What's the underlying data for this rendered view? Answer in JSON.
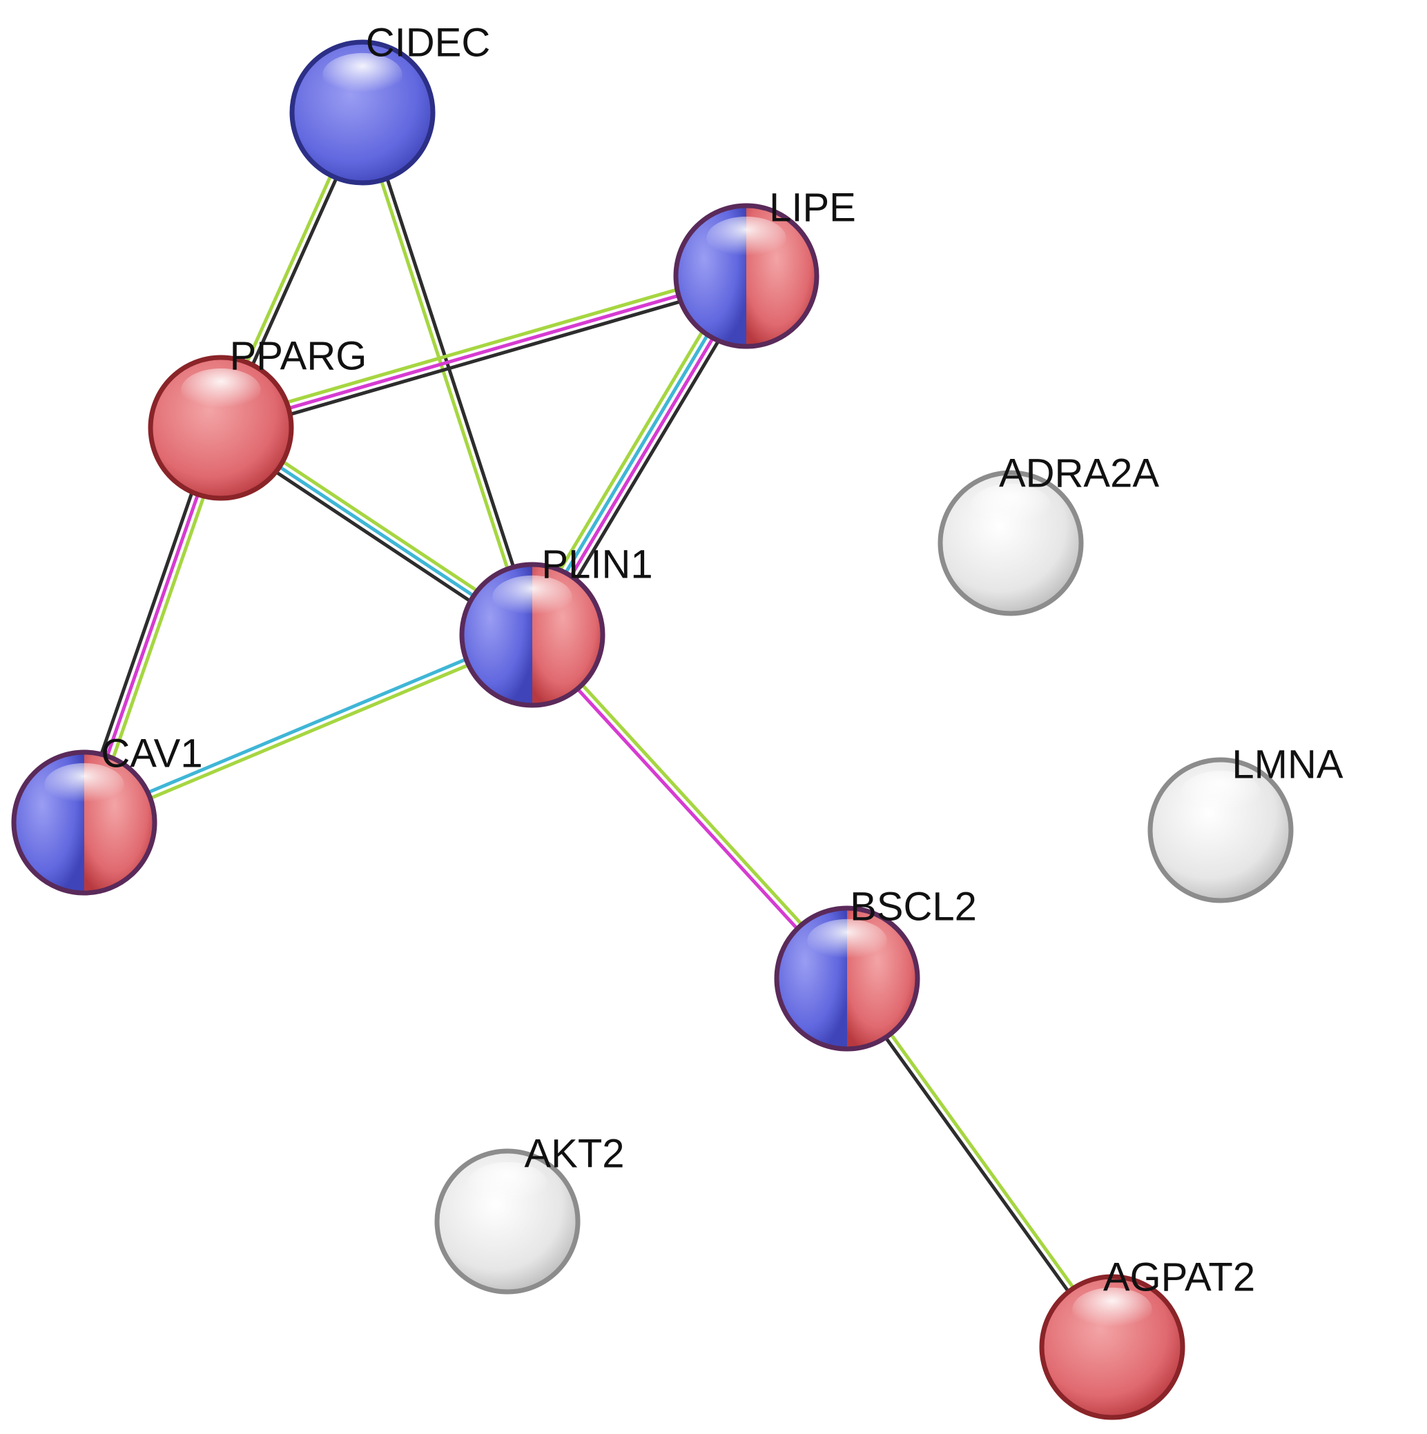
{
  "colors": {
    "blue_cluster": "#6f74e6",
    "red_cluster": "#e36f74",
    "unclustered": "#dcdcdc",
    "edge_black": "#2d2d2d",
    "edge_green": "#a6d641",
    "edge_magenta": "#d63bd1",
    "edge_cyan": "#3fb6d6"
  },
  "nodes": [
    {
      "id": "CIDEC",
      "label": "CIDEC",
      "fill": "blue"
    },
    {
      "id": "LIPE",
      "label": "LIPE",
      "fill": "split"
    },
    {
      "id": "PPARG",
      "label": "PPARG",
      "fill": "red"
    },
    {
      "id": "ADRA2A",
      "label": "ADRA2A",
      "fill": "grey"
    },
    {
      "id": "PLIN1",
      "label": "PLIN1",
      "fill": "split"
    },
    {
      "id": "CAV1",
      "label": "CAV1",
      "fill": "split"
    },
    {
      "id": "LMNA",
      "label": "LMNA",
      "fill": "grey"
    },
    {
      "id": "BSCL2",
      "label": "BSCL2",
      "fill": "split"
    },
    {
      "id": "AKT2",
      "label": "AKT2",
      "fill": "grey"
    },
    {
      "id": "AGPAT2",
      "label": "AGPAT2",
      "fill": "red"
    }
  ],
  "edges": [
    {
      "source": "CIDEC",
      "target": "PPARG",
      "channels": [
        "black",
        "green"
      ]
    },
    {
      "source": "CIDEC",
      "target": "PLIN1",
      "channels": [
        "black",
        "green"
      ]
    },
    {
      "source": "PPARG",
      "target": "LIPE",
      "channels": [
        "green",
        "magenta",
        "black"
      ]
    },
    {
      "source": "PLIN1",
      "target": "LIPE",
      "channels": [
        "green",
        "cyan",
        "magenta",
        "black"
      ]
    },
    {
      "source": "PPARG",
      "target": "PLIN1",
      "channels": [
        "green",
        "cyan",
        "black"
      ]
    },
    {
      "source": "PPARG",
      "target": "CAV1",
      "channels": [
        "green",
        "magenta",
        "black"
      ]
    },
    {
      "source": "PLIN1",
      "target": "CAV1",
      "channels": [
        "green",
        "cyan"
      ]
    },
    {
      "source": "PLIN1",
      "target": "BSCL2",
      "channels": [
        "green",
        "magenta"
      ]
    },
    {
      "source": "BSCL2",
      "target": "AGPAT2",
      "channels": [
        "green",
        "black"
      ]
    }
  ]
}
